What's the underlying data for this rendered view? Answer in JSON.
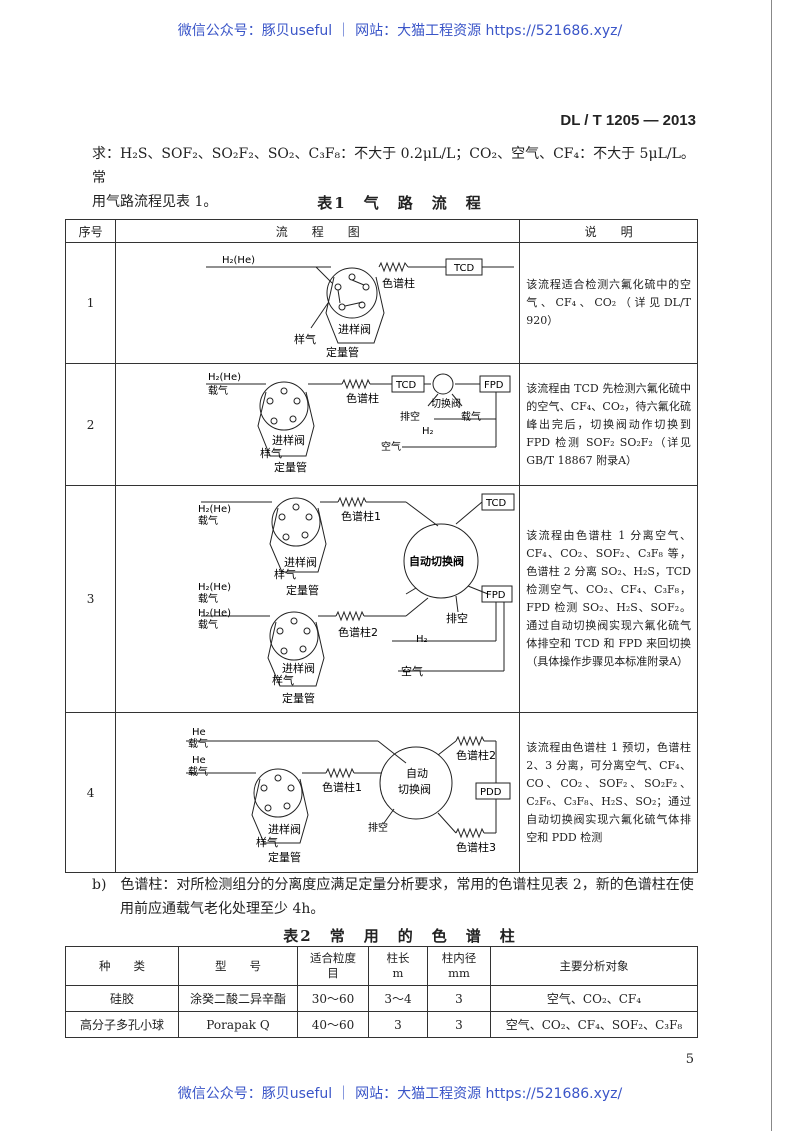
{
  "watermark_top": "微信公众号：豚贝useful ｜ 网站：大猫工程资源 https://521686.xyz/",
  "watermark_bottom": "微信公众号：豚贝useful ｜ 网站：大猫工程资源 https://521686.xyz/",
  "header_code": "DL / T 1205 — 2013",
  "intro": {
    "line1": "求：H₂S、SOF₂、SO₂F₂、SO₂、C₃F₈：不大于 0.2μL/L；CO₂、空气、CF₄：不大于 5μL/L。常",
    "line2": "用气路流程见表 1。"
  },
  "table1": {
    "title": "表1　气　路　流　程",
    "headers": [
      "序号",
      "流　　程　　图",
      "说　　明"
    ],
    "rows": [
      {
        "no": "1",
        "desc": "该流程适合检测六氟化硫中的空气、CF₄、CO₂（详见DL/T 920）"
      },
      {
        "no": "2",
        "desc": "该流程由 TCD 先检测六氟化硫中的空气、CF₄、CO₂，待六氟化硫峰出完后，切换阀动作切换到 FPD 检测 SOF₂ SO₂F₂（详见 GB/T 18867 附录A）"
      },
      {
        "no": "3",
        "desc": "该流程由色谱柱 1 分离空气、CF₄、CO₂、SOF₂、C₃F₈ 等，色谱柱 2 分离 SO₂、H₂S，TCD 检测空气、CO₂、CF₄、C₃F₈，FPD 检测 SO₂、H₂S、SOF₂。通过自动切换阀实现六氟化硫气体排空和 TCD 和 FPD 来回切换（具体操作步骤见本标准附录A）"
      },
      {
        "no": "4",
        "desc": "该流程由色谱柱 1 预切，色谱柱 2、3 分离，可分离空气、CF₄、CO、CO₂、SOF₂、SO₂F₂、C₂F₆、C₃F₈、H₂S、SO₂；通过自动切换阀实现六氟化硫气体排空和 PDD 检测"
      }
    ],
    "diagram_labels": {
      "h2he": "H₂(He)",
      "carrier": "载气",
      "he": "He",
      "column": "色谱柱",
      "column1": "色谱柱1",
      "column2": "色谱柱2",
      "column3": "色谱柱3",
      "tcd": "TCD",
      "fpd": "FPD",
      "pdd": "PDD",
      "inject_valve": "进样阀",
      "sample_gas": "样气",
      "quant_tube": "定量管",
      "switch_valve": "切换阀",
      "auto_switch_valve": "自动切换阀",
      "auto_switch_valve_l1": "自动",
      "auto_switch_valve_l2": "切换阀",
      "vent": "排空",
      "h2": "H₂",
      "air": "空气"
    }
  },
  "section_b": {
    "line1": "b)　色谱柱：对所检测组分的分离度应满足定量分析要求，常用的色谱柱见表 2，新的色谱柱在使",
    "line2": "用前应通载气老化处理至少 4h。"
  },
  "table2": {
    "title": "表2　常　用　的　色　谱　柱",
    "headers": [
      {
        "l1": "种　　类",
        "l2": ""
      },
      {
        "l1": "型　　号",
        "l2": ""
      },
      {
        "l1": "适合粒度",
        "l2": "目"
      },
      {
        "l1": "柱长",
        "l2": "m"
      },
      {
        "l1": "柱内径",
        "l2": "mm"
      },
      {
        "l1": "主要分析对象",
        "l2": ""
      }
    ],
    "rows": [
      [
        "硅胶",
        "涂癸二酸二异辛酯",
        "30～60",
        "3～4",
        "3",
        "空气、CO₂、CF₄"
      ],
      [
        "高分子多孔小球",
        "Porapak Q",
        "40～60",
        "3",
        "3",
        "空气、CO₂、CF₄、SOF₂、C₃F₈"
      ]
    ]
  },
  "page_number": "5"
}
